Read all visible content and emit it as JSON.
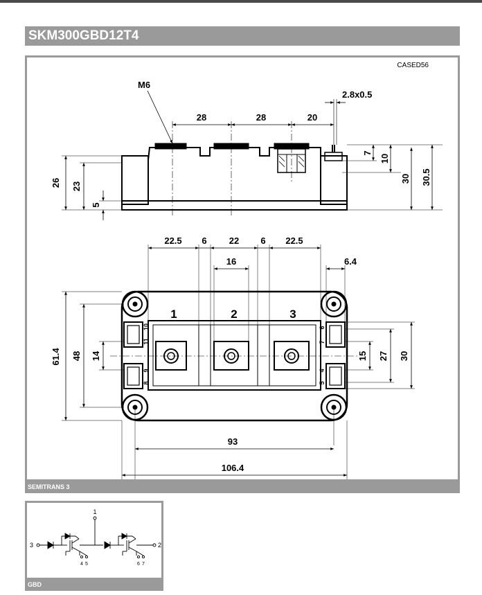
{
  "title": "SKM300GBD12T4",
  "case_label": "CASED56",
  "package_label": "SEMITRANS 3",
  "schematic_label": "GBD",
  "side_view": {
    "thread_label": "M6",
    "pin_label": "2.8x0.5",
    "top_dims": [
      "28",
      "28",
      "20"
    ],
    "left_dims": [
      "26",
      "23",
      "5"
    ],
    "right_dims": [
      "7",
      "10",
      "30",
      "30.5"
    ]
  },
  "top_view": {
    "top_dims": [
      "22.5",
      "6",
      "22",
      "6",
      "22.5"
    ],
    "center_dim": "16",
    "pin_width_dim": "6.4",
    "terminals": [
      "1",
      "2",
      "3"
    ],
    "left_pin_numbers": [
      "10",
      "11",
      "9",
      "8"
    ],
    "right_pin_numbers": [
      "6",
      "7",
      "4",
      "5"
    ],
    "left_dims": [
      "61.4",
      "48",
      "14"
    ],
    "right_dims": [
      "15",
      "27",
      "30"
    ],
    "bottom_dims": [
      "93",
      "106.4"
    ]
  },
  "schematic": {
    "terminals": [
      "1",
      "2",
      "3"
    ],
    "gate_pins_left": [
      "4",
      "5"
    ],
    "gate_pins_right": [
      "6",
      "7"
    ]
  }
}
